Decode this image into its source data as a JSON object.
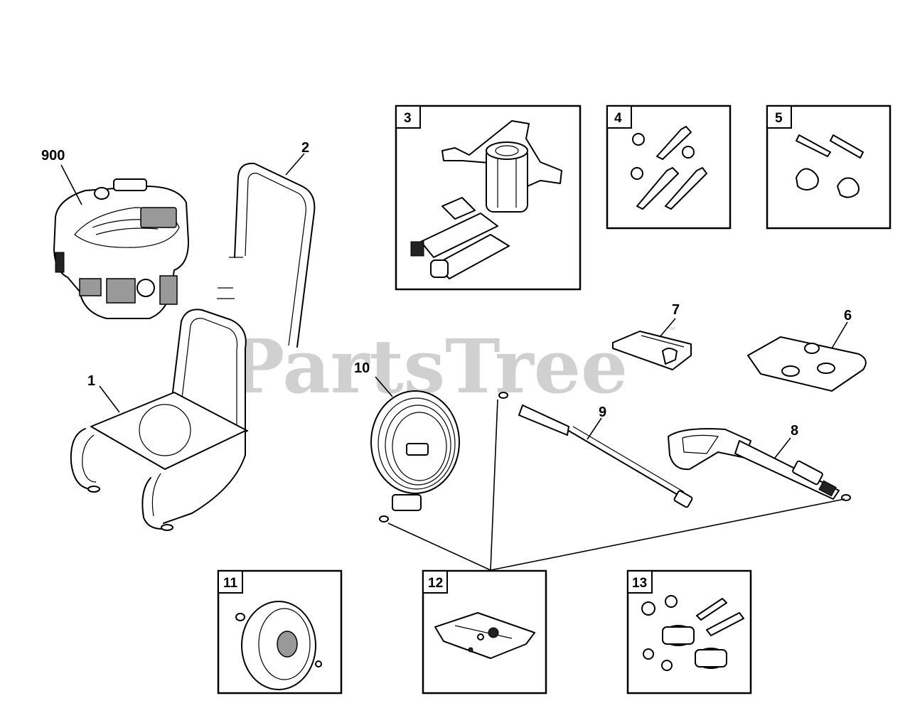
{
  "watermark": {
    "text": "PartsTree",
    "tm": "™"
  },
  "callouts": {
    "c900": "900",
    "c1": "1",
    "c2": "2",
    "c6": "6",
    "c7": "7",
    "c8": "8",
    "c9": "9",
    "c10": "10"
  },
  "boxes": {
    "b3": "3",
    "b4": "4",
    "b5": "5",
    "b11": "11",
    "b12": "12",
    "b13": "13"
  }
}
